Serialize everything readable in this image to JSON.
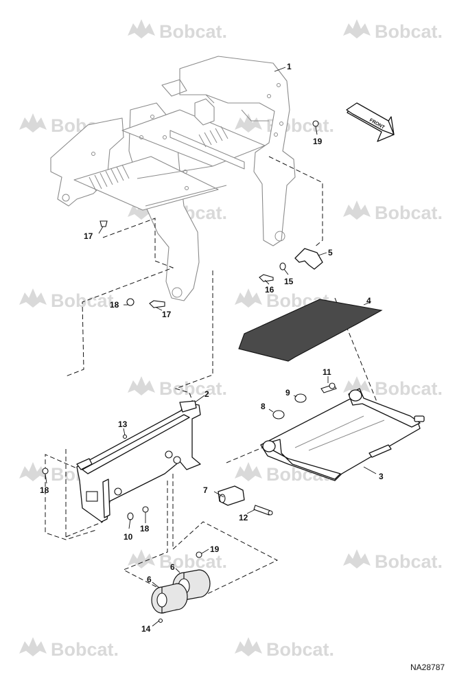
{
  "brand": {
    "watermark": "Bobcat."
  },
  "figure_id": "NA28787",
  "front_label": "FRONT",
  "callouts": [
    "1",
    "19",
    "5",
    "15",
    "16",
    "17",
    "17",
    "18",
    "4",
    "2",
    "11",
    "9",
    "8",
    "13",
    "3",
    "18",
    "7",
    "12",
    "10",
    "18",
    "19",
    "6",
    "6",
    "14"
  ],
  "colors": {
    "line": "#111111",
    "watermark": "#d9d9d9",
    "mat": "#4a4a4a",
    "frame": "#8a8a8a"
  }
}
